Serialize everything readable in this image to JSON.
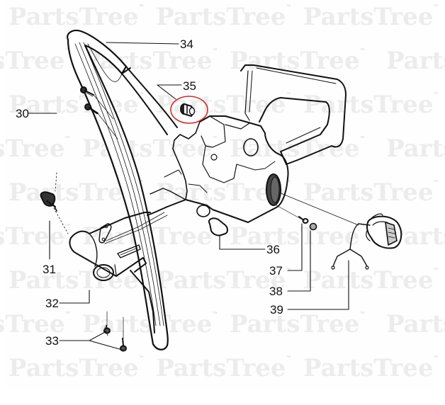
{
  "diagram": {
    "subject": "Chainsaw front handle and fuel tank housing assembly",
    "highlight_color": "#d42a2a",
    "line_color": "#111111",
    "highlighted_part": "35"
  },
  "watermark": {
    "text": "PartsTree",
    "trademark": "™",
    "color": "#ececec"
  },
  "callouts": [
    {
      "id": "30",
      "label": "30"
    },
    {
      "id": "31",
      "label": "31"
    },
    {
      "id": "32",
      "label": "32"
    },
    {
      "id": "33",
      "label": "33"
    },
    {
      "id": "34",
      "label": "34"
    },
    {
      "id": "35",
      "label": "35"
    },
    {
      "id": "36",
      "label": "36"
    },
    {
      "id": "37",
      "label": "37"
    },
    {
      "id": "38",
      "label": "38"
    },
    {
      "id": "39",
      "label": "39"
    }
  ]
}
